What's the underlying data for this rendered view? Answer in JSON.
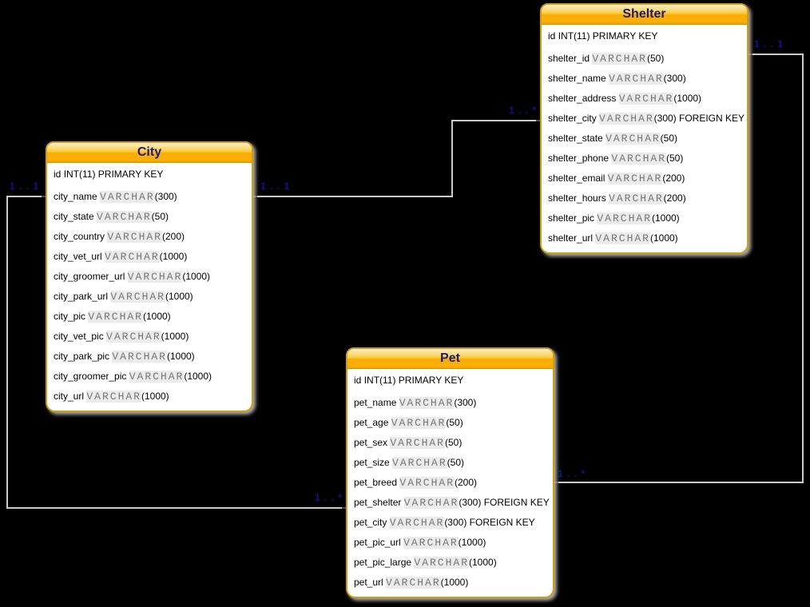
{
  "colors": {
    "background": "#000000",
    "table_border_gold": "#d19b15",
    "header_gold": "#fbb108",
    "title_navy": "#1b1b77",
    "cardinality_navy": "#12129b",
    "type_gray": "#757575",
    "line_gray": "#cbcbcb"
  },
  "tables": [
    {
      "name": "Shelter",
      "fields": [
        {
          "name": "id",
          "plain": "INT(11) PRIMARY KEY"
        },
        {
          "name": "shelter_id",
          "type": "VARCHAR",
          "size": "(50)"
        },
        {
          "name": "shelter_name",
          "type": "VARCHAR",
          "size": "(300)"
        },
        {
          "name": "shelter_address",
          "type": "VARCHAR",
          "size": "(1000)"
        },
        {
          "name": "shelter_city",
          "type": "VARCHAR",
          "size": "(300)",
          "suffix": "FOREIGN KEY"
        },
        {
          "name": "shelter_state",
          "type": "VARCHAR",
          "size": "(50)"
        },
        {
          "name": "shelter_phone",
          "type": "VARCHAR",
          "size": "(50)"
        },
        {
          "name": "shelter_email",
          "type": "VARCHAR",
          "size": "(200)"
        },
        {
          "name": "shelter_hours",
          "type": "VARCHAR",
          "size": "(200)"
        },
        {
          "name": "shelter_pic",
          "type": "VARCHAR",
          "size": "(1000)"
        },
        {
          "name": "shelter_url",
          "type": "VARCHAR",
          "size": "(1000)"
        }
      ]
    },
    {
      "name": "City",
      "fields": [
        {
          "name": "id",
          "plain": "INT(11) PRIMARY KEY"
        },
        {
          "name": "city_name",
          "type": "VARCHAR",
          "size": "(300)"
        },
        {
          "name": "city_state",
          "type": "VARCHAR",
          "size": "(50)"
        },
        {
          "name": "city_country",
          "type": "VARCHAR",
          "size": "(200)"
        },
        {
          "name": "city_vet_url",
          "type": "VARCHAR",
          "size": "(1000)"
        },
        {
          "name": "city_groomer_url",
          "type": "VARCHAR",
          "size": "(1000)"
        },
        {
          "name": "city_park_url",
          "type": "VARCHAR",
          "size": "(1000)"
        },
        {
          "name": "city_pic",
          "type": "VARCHAR",
          "size": "(1000)"
        },
        {
          "name": "city_vet_pic",
          "type": "VARCHAR",
          "size": "(1000)"
        },
        {
          "name": "city_park_pic",
          "type": "VARCHAR",
          "size": "(1000)"
        },
        {
          "name": "city_groomer_pic",
          "type": "VARCHAR",
          "size": "(1000)"
        },
        {
          "name": "city_url",
          "type": "VARCHAR",
          "size": "(1000)"
        }
      ]
    },
    {
      "name": "Pet",
      "fields": [
        {
          "name": "id",
          "plain": "INT(11) PRIMARY KEY"
        },
        {
          "name": "pet_name",
          "type": "VARCHAR",
          "size": "(300)"
        },
        {
          "name": "pet_age",
          "type": "VARCHAR",
          "size": "(50)"
        },
        {
          "name": "pet_sex",
          "type": "VARCHAR",
          "size": "(50)"
        },
        {
          "name": "pet_size",
          "type": "VARCHAR",
          "size": "(50)"
        },
        {
          "name": "pet_breed",
          "type": "VARCHAR",
          "size": "(200)"
        },
        {
          "name": "pet_shelter",
          "type": "VARCHAR",
          "size": "(300)",
          "suffix": "FOREIGN KEY"
        },
        {
          "name": "pet_city",
          "type": "VARCHAR",
          "size": "(300)",
          "suffix": "FOREIGN KEY"
        },
        {
          "name": "pet_pic_url",
          "type": "VARCHAR",
          "size": "(1000)"
        },
        {
          "name": "pet_pic_large",
          "type": "VARCHAR",
          "size": "(1000)"
        },
        {
          "name": "pet_url",
          "type": "VARCHAR",
          "size": "(1000)"
        }
      ]
    }
  ],
  "relations": [
    {
      "from": "City",
      "to": "Shelter",
      "from_cardinality": "1 . . 1",
      "to_cardinality": "1 . . *"
    },
    {
      "from": "City",
      "to": "Pet",
      "from_cardinality": "1 . . 1",
      "to_cardinality": "1 . . *"
    },
    {
      "from": "Shelter",
      "to": "Pet",
      "from_cardinality": "1 . . 1",
      "to_cardinality": "1 . . *"
    }
  ]
}
